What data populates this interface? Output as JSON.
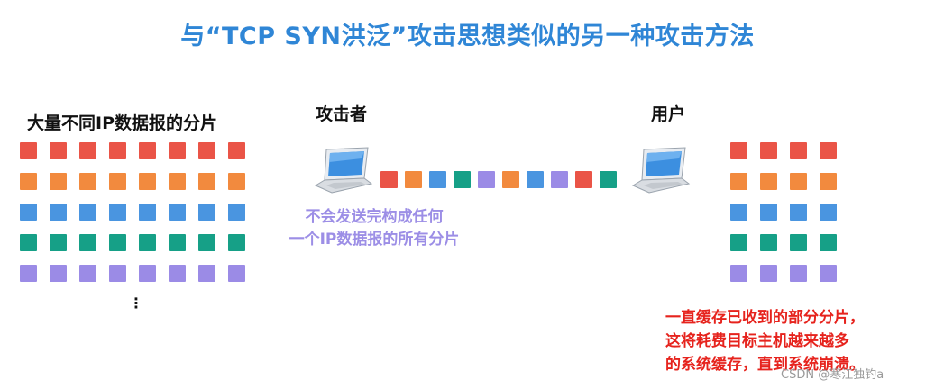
{
  "title": "与“TCP SYN洪泛”攻击思想类似的另一种攻击方法",
  "left_label": "大量不同IP数据报的分片",
  "attacker_label": "攻击者",
  "user_label": "用户",
  "attacker_note": [
    "不会发送完构成任何",
    "一个IP数据报的所有分片"
  ],
  "user_note": [
    "一直缓存已收到的部分分片，",
    "这将耗费目标主机越来越多",
    "的系统缓存，直到系统崩溃。"
  ],
  "ellipsis": "⋮",
  "watermark": "CSDN @寒江独钓a",
  "colors": {
    "red": "#ea5447",
    "orange": "#f28a3e",
    "blue": "#4a95e0",
    "teal": "#16a087",
    "purple": "#9b8be6"
  },
  "left_rows": [
    "red",
    "orange",
    "blue",
    "teal",
    "purple"
  ],
  "right_rows": [
    "red",
    "orange",
    "blue",
    "teal",
    "purple"
  ],
  "stream": [
    "red",
    "orange",
    "blue",
    "teal",
    "purple",
    "orange",
    "blue",
    "purple",
    "red",
    "teal"
  ]
}
